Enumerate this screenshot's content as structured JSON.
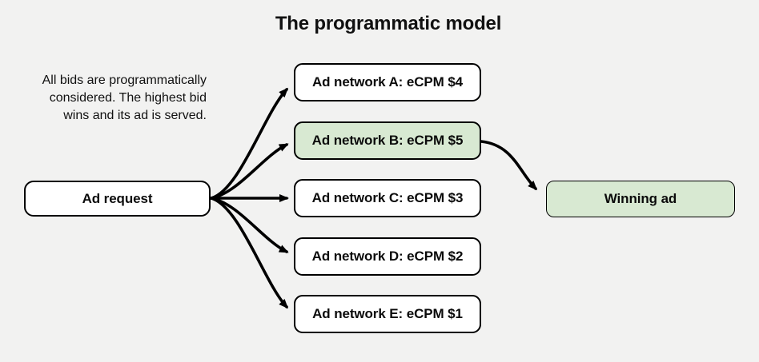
{
  "title": "The programmatic model",
  "description": {
    "lines": [
      "All bids are programmatically",
      "considered. The highest bid",
      "wins and its ad is served."
    ]
  },
  "nodes": {
    "ad_request": {
      "label": "Ad request"
    },
    "winning_ad": {
      "label": "Winning ad",
      "highlight": true
    }
  },
  "networks": [
    {
      "label": "Ad network A: eCPM $4",
      "ecpm": 4,
      "highlight": false
    },
    {
      "label": "Ad network B: eCPM $5",
      "ecpm": 5,
      "highlight": true
    },
    {
      "label": "Ad network C: eCPM $3",
      "ecpm": 3,
      "highlight": false
    },
    {
      "label": "Ad network D: eCPM $2",
      "ecpm": 2,
      "highlight": false
    },
    {
      "label": "Ad network E: eCPM $1",
      "ecpm": 1,
      "highlight": false
    }
  ],
  "colors": {
    "background": "#f2f2f1",
    "node_fill": "#ffffff",
    "highlight_fill": "#d8e9d2",
    "border": "#000000",
    "arrow": "#000000",
    "text": "#111111"
  }
}
